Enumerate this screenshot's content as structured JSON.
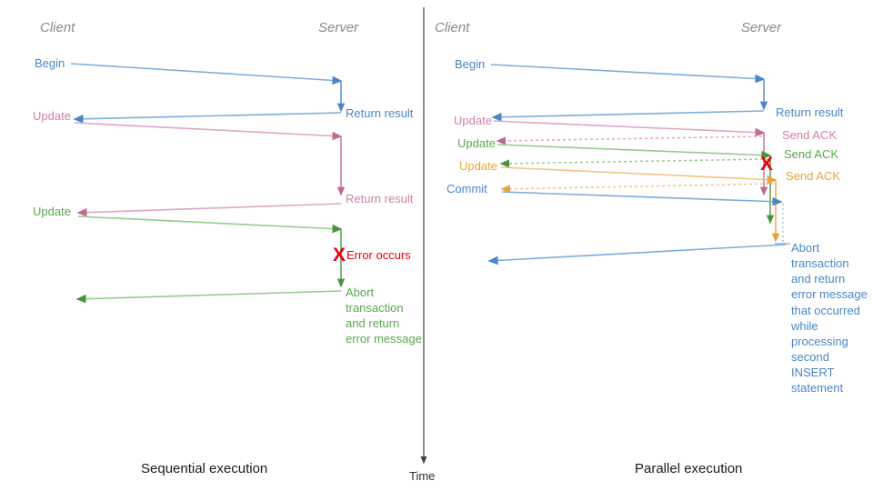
{
  "colors": {
    "blue": "#4a86c8",
    "pink": "#d17fa8",
    "green": "#5aa84f",
    "orange": "#e8a33d",
    "red": "#e8000d",
    "gray": "#8a8a8a",
    "divider": "#3f3f3f",
    "background": "#ffffff"
  },
  "divider": {
    "time_label": "Time"
  },
  "left_panel": {
    "caption": "Sequential execution",
    "headers": {
      "client": "Client",
      "server": "Server"
    },
    "client_messages": [
      {
        "label": "Begin",
        "color": "blue"
      },
      {
        "label": "Update",
        "color": "pink"
      },
      {
        "label": "Update",
        "color": "green"
      }
    ],
    "server_messages": [
      {
        "label": "Return result",
        "color": "blue"
      },
      {
        "label": "Return result",
        "color": "pink"
      }
    ],
    "error": {
      "marker": "X",
      "label": "Error occurs",
      "color": "red"
    },
    "abort_block": {
      "color": "green",
      "lines": [
        "Abort",
        "transaction",
        "and return",
        "error message"
      ]
    }
  },
  "right_panel": {
    "caption": "Parallel execution",
    "headers": {
      "client": "Client",
      "server": "Server"
    },
    "client_messages": [
      {
        "label": "Begin",
        "color": "blue"
      },
      {
        "label": "Update",
        "color": "pink"
      },
      {
        "label": "Update",
        "color": "green"
      },
      {
        "label": "Update",
        "color": "orange"
      },
      {
        "label": "Commit",
        "color": "blue"
      }
    ],
    "server_messages": [
      {
        "label": "Return result",
        "color": "blue"
      },
      {
        "label": "Send ACK",
        "color": "pink"
      },
      {
        "label": "Send ACK",
        "color": "green"
      },
      {
        "label": "Send ACK",
        "color": "orange"
      }
    ],
    "error": {
      "marker": "X",
      "color": "red"
    },
    "abort_block": {
      "color": "blue",
      "lines": [
        "Abort",
        "transaction",
        "and return",
        "error message",
        "that occurred",
        "while",
        "processing",
        "second",
        "INSERT",
        "statement"
      ]
    }
  }
}
